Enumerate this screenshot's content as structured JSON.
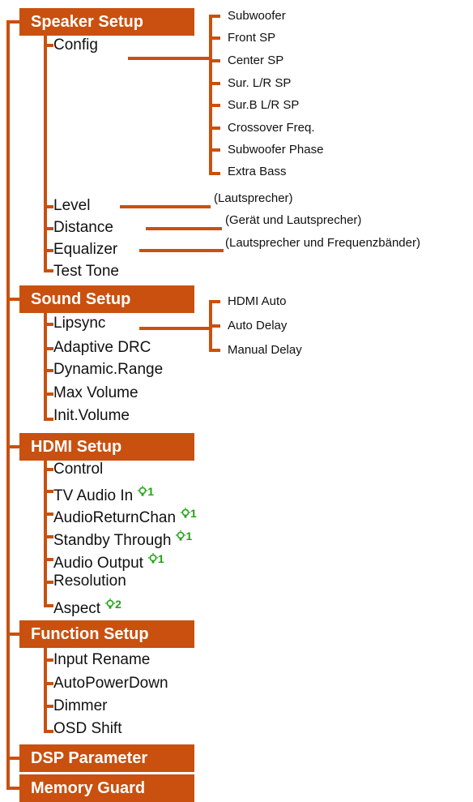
{
  "colors": {
    "accent": "#c9500f",
    "badge": "#22a314"
  },
  "sections": [
    {
      "title": "Speaker Setup",
      "items": [
        {
          "label": "Config",
          "children": [
            "Subwoofer",
            "Front SP",
            "Center SP",
            "Sur. L/R SP",
            "Sur.B L/R SP",
            "Crossover Freq.",
            "Subwoofer Phase",
            "Extra Bass"
          ]
        },
        {
          "label": "Level",
          "note": "(Lautsprecher)"
        },
        {
          "label": "Distance",
          "note": "(Gerät und Lautsprecher)"
        },
        {
          "label": "Equalizer",
          "note": "(Lautsprecher und Frequenzbänder)"
        },
        {
          "label": "Test Tone"
        }
      ]
    },
    {
      "title": "Sound Setup",
      "items": [
        {
          "label": "Lipsync",
          "children": [
            "HDMI Auto",
            "Auto Delay",
            "Manual Delay"
          ]
        },
        {
          "label": "Adaptive DRC"
        },
        {
          "label": "Dynamic.Range"
        },
        {
          "label": "Max Volume"
        },
        {
          "label": "Init.Volume"
        }
      ]
    },
    {
      "title": "HDMI Setup",
      "items": [
        {
          "label": "Control"
        },
        {
          "label": "TV Audio In",
          "badge": "1"
        },
        {
          "label": "AudioReturnChan",
          "badge": "1"
        },
        {
          "label": "Standby Through",
          "badge": "1"
        },
        {
          "label": "Audio Output",
          "badge": "1"
        },
        {
          "label": "Resolution"
        },
        {
          "label": "Aspect",
          "badge": "2"
        }
      ]
    },
    {
      "title": "Function Setup",
      "items": [
        {
          "label": "Input Rename"
        },
        {
          "label": "AutoPowerDown"
        },
        {
          "label": "Dimmer"
        },
        {
          "label": "OSD Shift"
        }
      ]
    },
    {
      "title": "DSP Parameter",
      "items": []
    },
    {
      "title": "Memory Guard",
      "items": []
    }
  ]
}
